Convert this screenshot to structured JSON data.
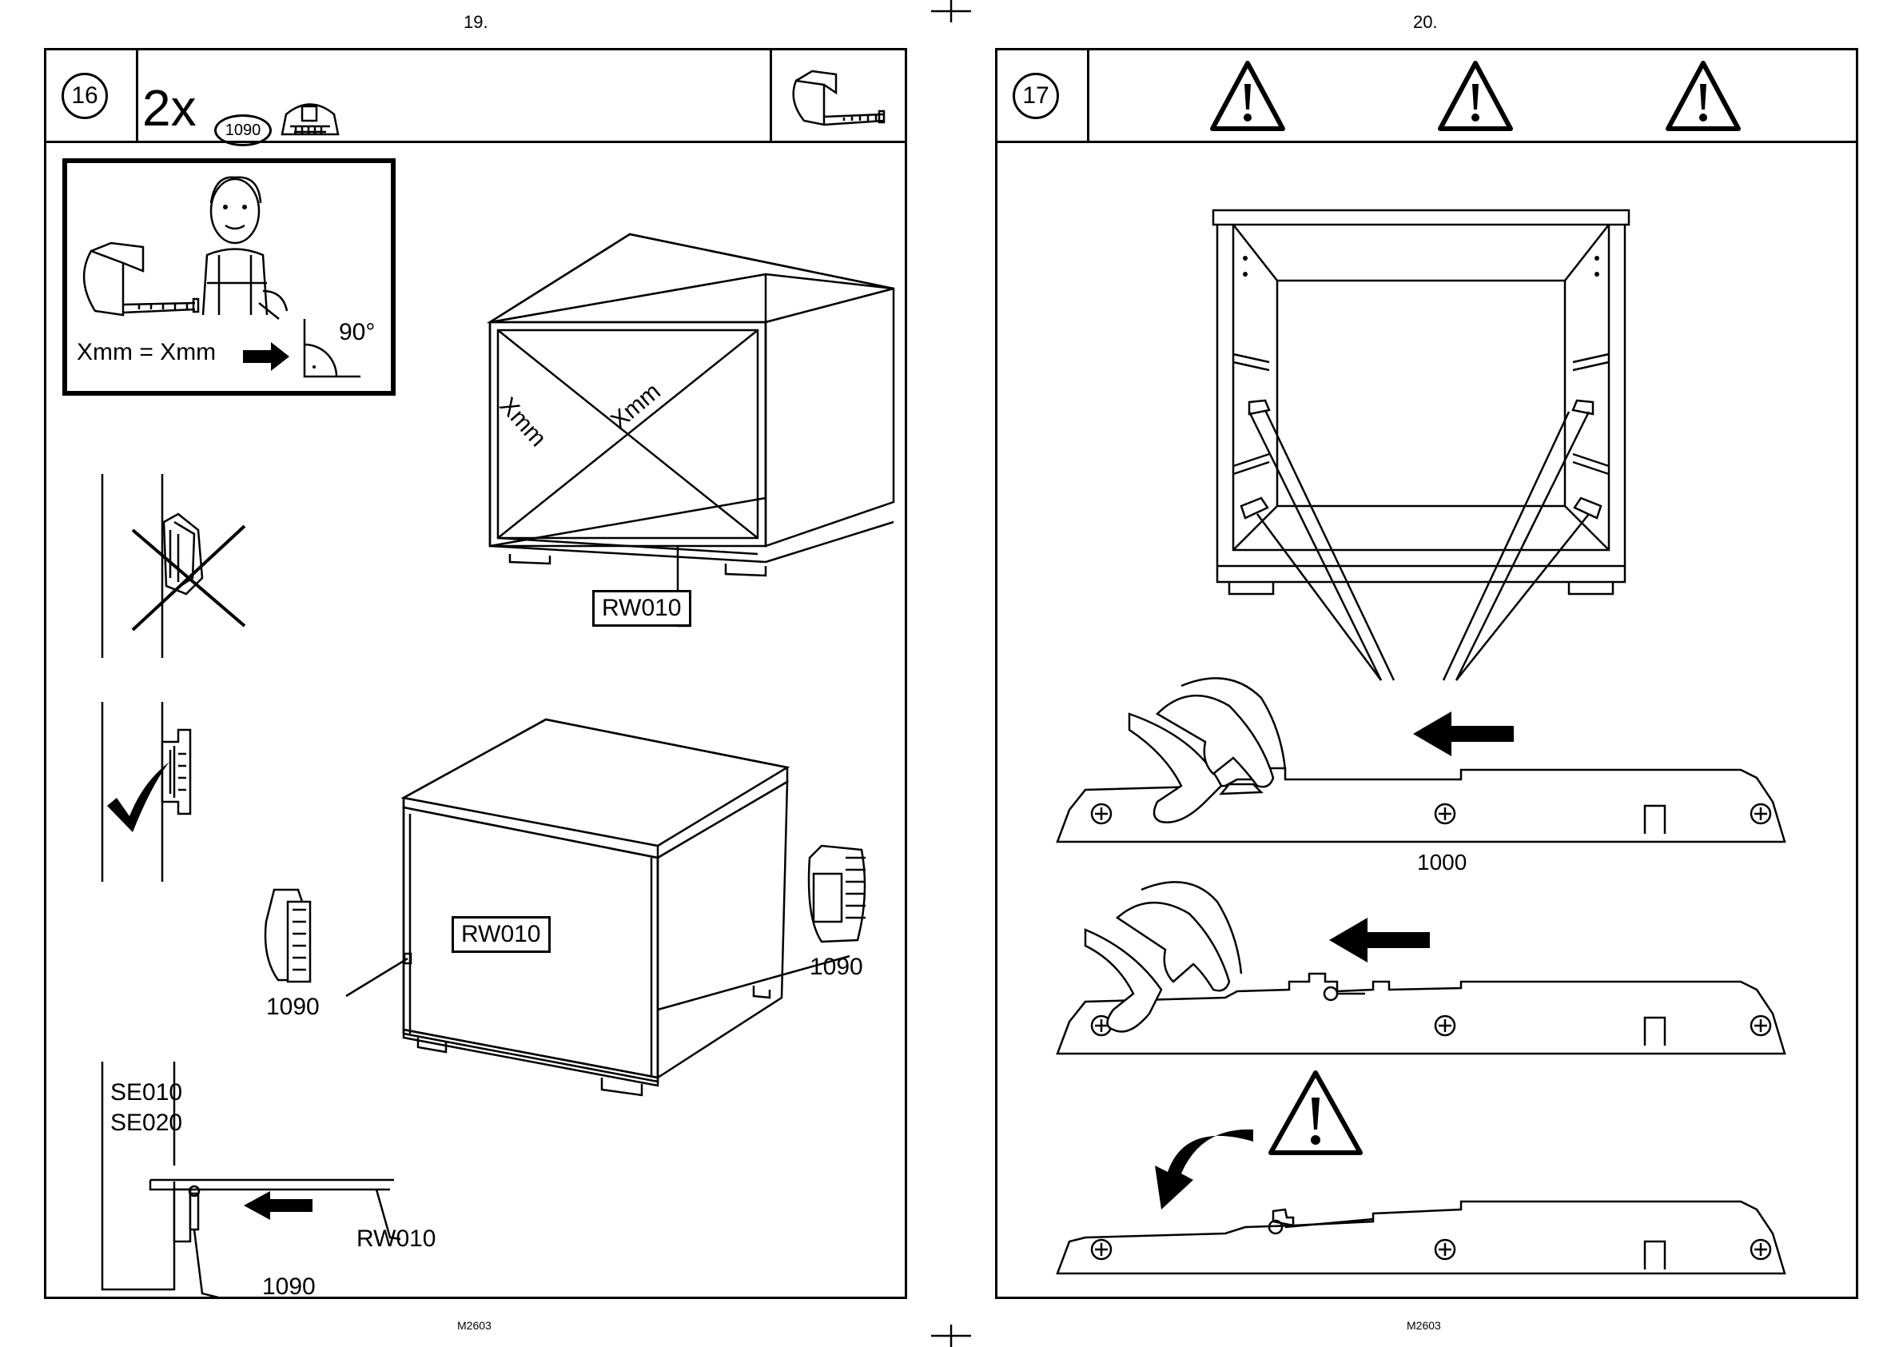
{
  "pages": [
    {
      "number": "19.",
      "footer": "M2603",
      "step": {
        "number": "16",
        "quantity": "2x",
        "part_code": "1090",
        "part_icon": "hinge-clip-icon",
        "tool_icon": "tape-measure-icon"
      },
      "measure_tip": {
        "formula": "Xmm = Xmm",
        "angle": "90°",
        "mascot": "worker-mascot"
      },
      "diagonal_labels": [
        "Xmm",
        "Xmm"
      ],
      "part_labels": {
        "cabinet_top": "RW010",
        "cabinet_bottom": "RW010",
        "clip_left": "1090",
        "clip_right": "1090",
        "panel_1": "SE010",
        "panel_2": "SE020",
        "detail_rw": "RW010",
        "detail_clip": "1090"
      },
      "wrong_icon": "cross-icon",
      "correct_icon": "checkmark-icon"
    },
    {
      "number": "20.",
      "footer": "M2603",
      "step": {
        "number": "17",
        "warnings": [
          "warning-icon",
          "warning-icon",
          "warning-icon"
        ]
      },
      "rail_label": "1000"
    }
  ]
}
